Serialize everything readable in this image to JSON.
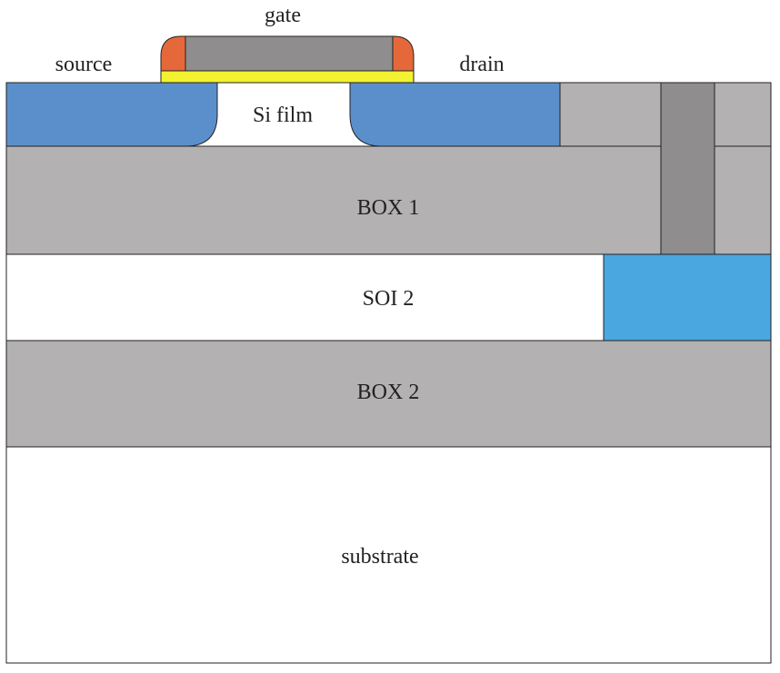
{
  "labels": {
    "gate": "gate",
    "source": "source",
    "drain": "drain",
    "si_film": "Si film",
    "box1": "BOX 1",
    "soi2": "SOI 2",
    "box2": "BOX 2",
    "substrate": "substrate"
  },
  "colors": {
    "oxide_gray": "#b3b1b2",
    "contact_gray": "#8f8d8e",
    "source_drain_blue": "#5b8fcb",
    "soi2_contact_blue": "#4aa7e0",
    "gate_oxide_yellow": "#f2f230",
    "spacer_orange": "#e5683a",
    "outline": "#222222",
    "background": "#ffffff"
  }
}
